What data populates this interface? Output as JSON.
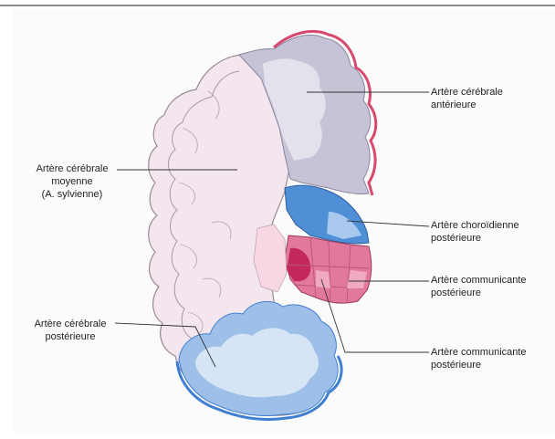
{
  "labels": {
    "anterieure": {
      "line1": "Artère cérébrale",
      "line2": "antérieure"
    },
    "moyenne": {
      "line1": "Artère cérébrale",
      "line2": "moyenne",
      "line3": "(A. sylvienne)"
    },
    "choroidienne": {
      "line1": "Artère choroïdienne",
      "line2": "postérieure"
    },
    "communicante_1": {
      "line1": "Artère communicante",
      "line2": "postérieure"
    },
    "posterieure": {
      "line1": "Artère cérébrale",
      "line2": "postérieure"
    },
    "communicante_2": {
      "line1": "Artère communicante",
      "line2": "postérieure"
    }
  },
  "colors": {
    "anterior": "#c7c3d6",
    "anterior_rim": "#d9486f",
    "middle": "#f3e6ee",
    "middle_outline": "#9a8a92",
    "choroid": "#4f8fd6",
    "choroid_light": "#a9c8ee",
    "communicating": "#e2789b",
    "communicating_dark": "#c2285b",
    "posterior": "#9ec0e8",
    "posterior_rim": "#3f7fd3",
    "leader_line": "#333333"
  }
}
